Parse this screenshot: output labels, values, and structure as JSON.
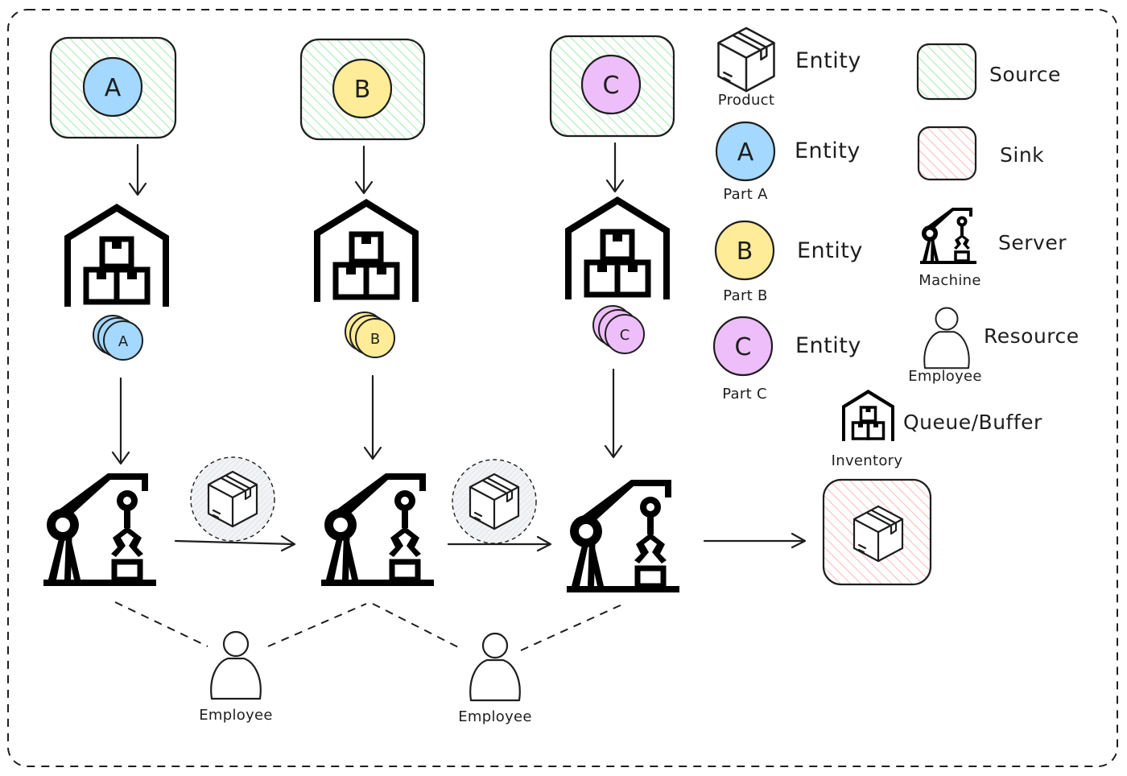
{
  "colors": {
    "source_green": "#b2f2bb",
    "sink_red": "#ffc9c9",
    "part_a_blue": "#a5d8ff",
    "part_b_yellow": "#ffec99",
    "part_c_purple": "#eebefa",
    "product_grey": "#e9ecef",
    "ink": "#1e1e1e"
  },
  "flow": {
    "sources": [
      {
        "letter": "A"
      },
      {
        "letter": "B"
      },
      {
        "letter": "C"
      }
    ],
    "employees": [
      {
        "label": "Employee"
      },
      {
        "label": "Employee"
      }
    ]
  },
  "legend": {
    "product": {
      "caption": "Product",
      "label": "Entity"
    },
    "part_a": {
      "letter": "A",
      "caption": "Part A",
      "label": "Entity"
    },
    "part_b": {
      "letter": "B",
      "caption": "Part B",
      "label": "Entity"
    },
    "part_c": {
      "letter": "C",
      "caption": "Part C",
      "label": "Entity"
    },
    "source": {
      "label": "Source"
    },
    "sink": {
      "label": "Sink"
    },
    "server": {
      "caption": "Machine",
      "label": "Server"
    },
    "resource": {
      "caption": "Employee",
      "label": "Resource"
    },
    "queue": {
      "caption": "Inventory",
      "label": "Queue/Buffer"
    }
  }
}
